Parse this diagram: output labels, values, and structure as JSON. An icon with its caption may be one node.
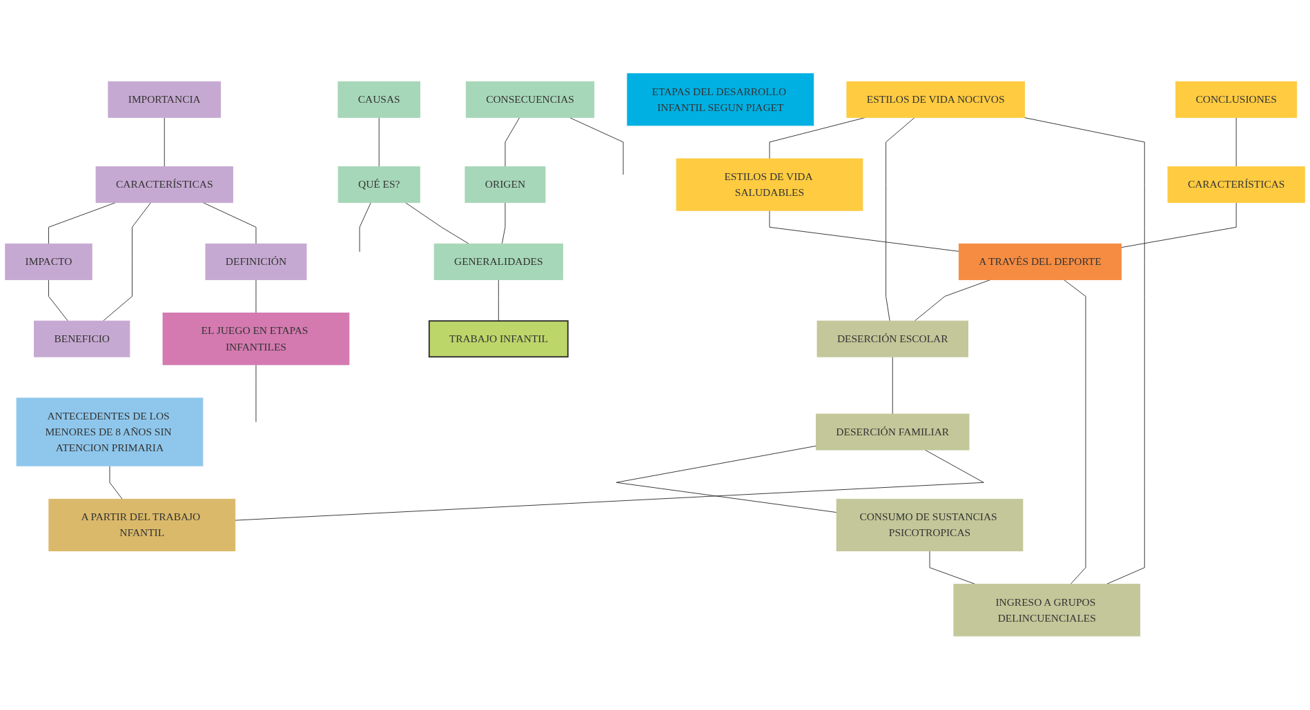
{
  "diagram": {
    "nodes": [
      {
        "text": [
          "CAUSAS"
        ]
      },
      {
        "text": [
          "CONSECUENCIAS"
        ]
      },
      {
        "text": [
          "IMPORTANCIA"
        ]
      },
      {
        "text": [
          "QUÉ ES?"
        ]
      },
      {
        "text": [
          "ORIGEN"
        ]
      },
      {
        "text": [
          "IMPACTO"
        ]
      },
      {
        "text": [
          "CARACTERÍSTICAS"
        ]
      },
      {
        "text": [
          "GENERALIDADES"
        ]
      },
      {
        "text": [
          "BENEFICIO"
        ]
      },
      {
        "text": [
          "DEFINICIÓN"
        ]
      },
      {
        "text": [
          "ETAPAS DEL DESARROLLO INFANTIL SEGUN PIAGET"
        ]
      },
      {
        "text": [
          "TRABAJO INFANTIL"
        ]
      },
      {
        "text": [
          "EL JUEGO EN ETAPAS INFANTILES"
        ]
      },
      {
        "text": [
          "ANTECEDENTES DE LOS MENORES DE 8 AÑOS SIN ATENCION PRIMARIA"
        ]
      },
      {
        "text": [
          "CONCLUSIONES"
        ]
      },
      {
        "text": [
          "ESTILOS DE VIDA NOCIVOS"
        ]
      },
      {
        "text": [
          "DESERCIÓN ESCOLAR"
        ]
      },
      {
        "text": [
          "DESERCIÓN FAMILIAR"
        ]
      },
      {
        "text": [
          "CARACTERÍSTICAS"
        ]
      },
      {
        "text": [
          "ESTILOS DE VIDA SALUDABLES"
        ]
      },
      {
        "text": [
          "A PARTIR DEL TRABAJO NFANTIL"
        ]
      },
      {
        "text": [
          "CONSUMO DE SUSTANCIAS PSICOTROPICAS"
        ]
      },
      {
        "text": [
          "A TRAVÉS DEL DEPORTE"
        ]
      },
      {
        "text": [
          "INGRESO A GRUPOS DELINCUENCIALES"
        ]
      }
    ],
    "edges": [
      {
        "from": 0,
        "to": 3,
        "arrow": "none"
      },
      {
        "from": 1,
        "to": 4,
        "arrow": "none"
      },
      {
        "from": 3,
        "to": null,
        "arrow": "none"
      },
      {
        "from": 1,
        "to": null,
        "arrow": "none"
      },
      {
        "from": 3,
        "to": 7,
        "arrow": "none"
      },
      {
        "from": 4,
        "to": 7,
        "arrow": "none"
      },
      {
        "from": 7,
        "to": 11,
        "arrow": "none"
      },
      {
        "from": 2,
        "to": 6,
        "arrow": "none"
      },
      {
        "from": 5,
        "to": 8,
        "arrow": "none"
      },
      {
        "from": 6,
        "to": 5,
        "arrow": "none"
      },
      {
        "from": 6,
        "to": 8,
        "arrow": "none"
      },
      {
        "from": 6,
        "to": 9,
        "arrow": "none"
      },
      {
        "from": 9,
        "to": 12,
        "arrow": "none"
      },
      {
        "from": 12,
        "to": null,
        "arrow": "none"
      },
      {
        "from": 14,
        "to": 18,
        "arrow": "none"
      },
      {
        "from": 15,
        "to": 19,
        "arrow": "none"
      },
      {
        "from": 19,
        "to": 22,
        "arrow": "none"
      },
      {
        "from": 18,
        "to": 22,
        "arrow": "none"
      },
      {
        "from": 15,
        "to": 16,
        "arrow": "none"
      },
      {
        "from": 15,
        "to": 23,
        "arrow": "none"
      },
      {
        "from": 22,
        "to": 16,
        "arrow": "none"
      },
      {
        "from": 22,
        "to": 23,
        "arrow": "none"
      },
      {
        "from": 16,
        "to": 17,
        "arrow": "none"
      },
      {
        "from": 17,
        "to": 21,
        "arrow": "none"
      },
      {
        "from": 21,
        "to": 23,
        "arrow": "none"
      },
      {
        "from": 17,
        "to": 20,
        "arrow": "none"
      },
      {
        "from": 13,
        "to": 20,
        "arrow": "none"
      }
    ]
  }
}
